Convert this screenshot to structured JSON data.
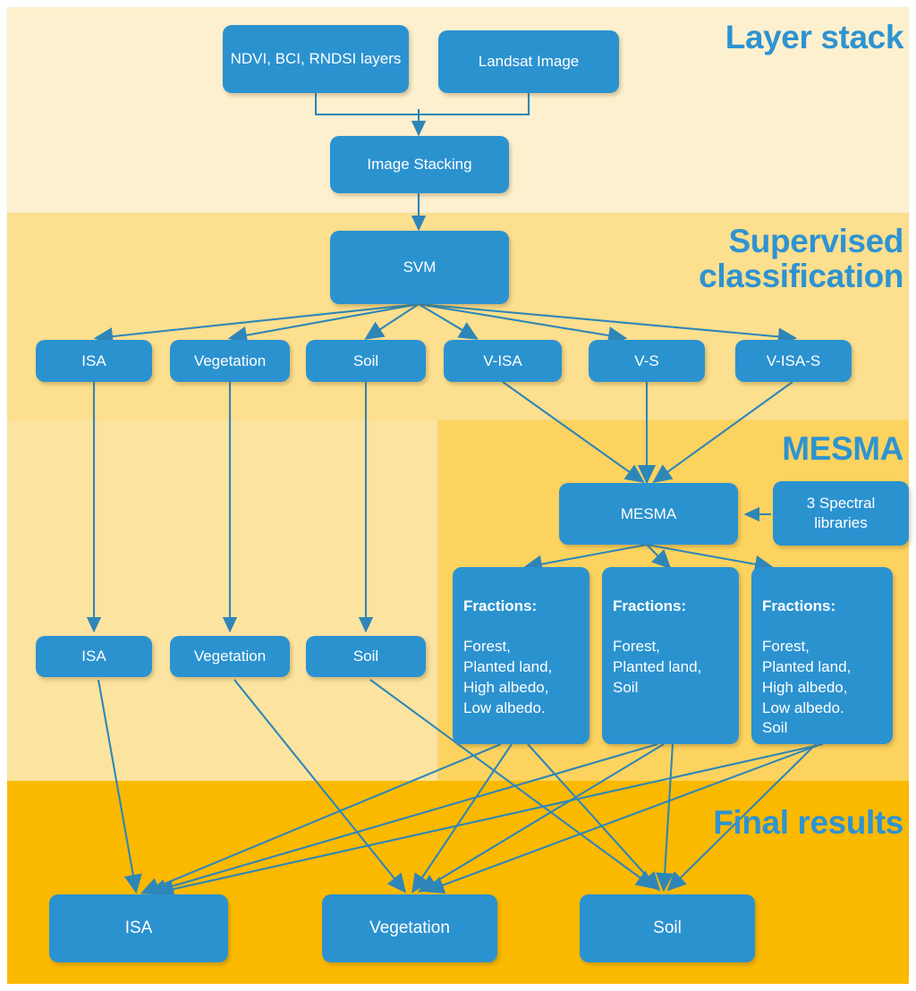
{
  "diagram": {
    "title_color": "#2e93d1",
    "node_color": "#2b92d0",
    "sections": {
      "layer_stack": {
        "title": "Layer stack",
        "band_color": "#fdf0ce"
      },
      "supervised": {
        "title": "Supervised\nclassification",
        "band_color": "#fcdf8f"
      },
      "mesma": {
        "title": "MESMA",
        "band_color": "#fdd35f"
      },
      "final": {
        "title": "Final results",
        "band_color": "#fbb900"
      }
    },
    "nodes": {
      "ndvi_layers": "NDVI, BCI, RNDSI layers",
      "landsat_image": "Landsat Image",
      "image_stacking": "Image Stacking",
      "svm": "SVM",
      "class_isa": "ISA",
      "class_vegetation": "Vegetation",
      "class_soil": "Soil",
      "class_v_isa": "V-ISA",
      "class_v_s": "V-S",
      "class_v_isa_s": "V-ISA-S",
      "mesma": "MESMA",
      "spectral_libraries": "3 Spectral libraries",
      "mid_isa": "ISA",
      "mid_vegetation": "Vegetation",
      "mid_soil": "Soil",
      "final_isa": "ISA",
      "final_vegetation": "Vegetation",
      "final_soil": "Soil"
    },
    "fractions": [
      {
        "heading": "Fractions:",
        "items": "Forest,\nPlanted land,\nHigh albedo,\nLow albedo."
      },
      {
        "heading": "Fractions:",
        "items": "Forest,\nPlanted land,\nSoil"
      },
      {
        "heading": "Fractions:",
        "items": "Forest,\nPlanted land,\nHigh albedo,\nLow albedo.\nSoil"
      }
    ]
  }
}
